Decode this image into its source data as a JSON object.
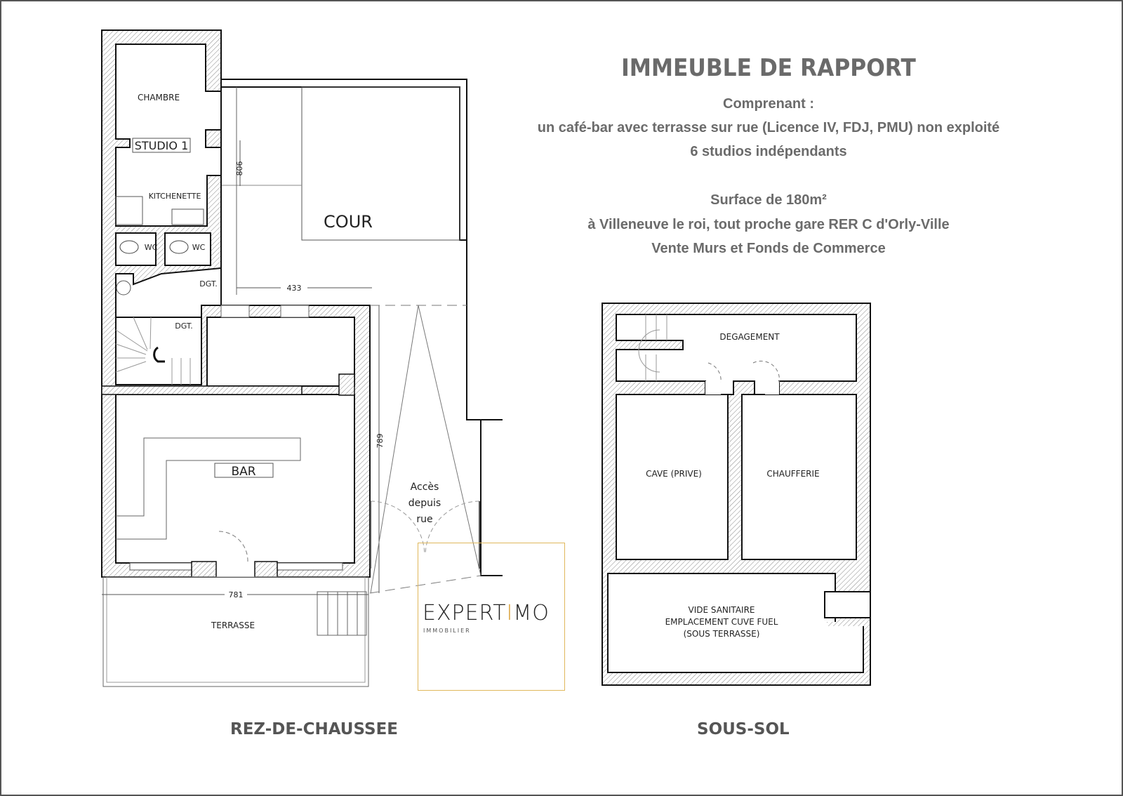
{
  "header": {
    "title": "IMMEUBLE DE RAPPORT",
    "lines": [
      "Comprenant :",
      "un café-bar avec terrasse sur rue (Licence IV, FDJ, PMU) non exploité",
      "6 studios indépendants",
      "Surface de 180m²",
      "à Villeneuve le roi, tout proche gare RER C d'Orly-Ville",
      "Vente Murs et Fonds de Commerce"
    ]
  },
  "ground_floor": {
    "caption": "REZ-DE-CHAUSSEE",
    "rooms": {
      "chambre": "CHAMBRE",
      "studio": "STUDIO 1",
      "kitchenette": "KITCHENETTE",
      "wc1": "WC",
      "wc2": "WC",
      "dgt1": "DGT.",
      "dgt2": "DGT.",
      "cour": "COUR",
      "bar": "BAR",
      "terrasse": "TERRASSE"
    },
    "dimensions": {
      "d806": "806",
      "d433": "433",
      "d789": "789",
      "d781": "781"
    },
    "access": [
      "Accès",
      "depuis",
      "rue"
    ]
  },
  "basement": {
    "caption": "SOUS-SOL",
    "rooms": {
      "degagement": "DEGAGEMENT",
      "cave": "CAVE (PRIVE)",
      "chaufferie": "CHAUFFERIE",
      "vide": [
        "VIDE SANITAIRE",
        "EMPLACEMENT CUVE FUEL",
        "(SOUS TERRASSE)"
      ]
    }
  },
  "logo": {
    "name_a": "EXPERT",
    "name_i": "I",
    "name_b": "MO",
    "sub": "IMMOBILIER"
  },
  "colors": {
    "accent": "#d9a441",
    "title": "#6b6b6b"
  }
}
